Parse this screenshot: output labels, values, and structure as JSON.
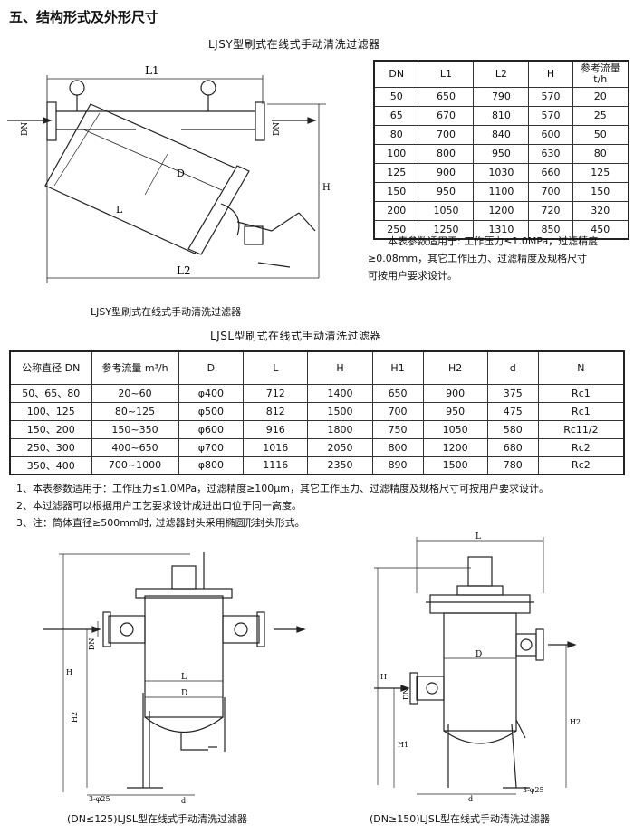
{
  "section_title": "五、结构形式及外形尺寸",
  "ljsy": {
    "title": "LJSY型刷式在线式手动清洗过滤器",
    "caption": "LJSY型刷式在线式手动清洗过滤器",
    "headers": [
      "DN",
      "L1",
      "L2",
      "H",
      "参考流量 t/h"
    ],
    "rows": [
      [
        "50",
        "650",
        "790",
        "570",
        "20"
      ],
      [
        "65",
        "670",
        "810",
        "570",
        "25"
      ],
      [
        "80",
        "700",
        "840",
        "600",
        "50"
      ],
      [
        "100",
        "800",
        "950",
        "630",
        "80"
      ],
      [
        "125",
        "900",
        "1030",
        "660",
        "125"
      ],
      [
        "150",
        "950",
        "1100",
        "700",
        "150"
      ],
      [
        "200",
        "1050",
        "1200",
        "720",
        "320"
      ],
      [
        "250",
        "1250",
        "1310",
        "850",
        "450"
      ]
    ],
    "note_lines": [
      "本表参数适用于: 工作压力≤1.0MPa，过滤精度",
      "≥0.08mm，其它工作压力、过滤精度及规格尺寸",
      "可按用户要求设计。"
    ],
    "drawing_labels": {
      "l1": "L1",
      "l2": "L2",
      "l": "L",
      "d": "D",
      "h": "H",
      "dn": "DN"
    }
  },
  "ljsl": {
    "title": "LJSL型刷式在线式手动清洗过滤器",
    "headers": [
      "公称直径 DN",
      "参考流量 m³/h",
      "D",
      "L",
      "H",
      "H1",
      "H2",
      "d",
      "N"
    ],
    "rows": [
      [
        "50、65、80",
        "20~60",
        "φ400",
        "712",
        "1400",
        "650",
        "900",
        "375",
        "Rc1"
      ],
      [
        "100、125",
        "80~125",
        "φ500",
        "812",
        "1500",
        "700",
        "950",
        "475",
        "Rc1"
      ],
      [
        "150、200",
        "150~350",
        "φ600",
        "916",
        "1800",
        "750",
        "1050",
        "580",
        "Rc11/2"
      ],
      [
        "250、300",
        "400~650",
        "φ700",
        "1016",
        "2050",
        "800",
        "1200",
        "680",
        "Rc2"
      ],
      [
        "350、400",
        "700~1000",
        "φ800",
        "1116",
        "2350",
        "890",
        "1500",
        "780",
        "Rc2"
      ]
    ],
    "notes": [
      "1、本表参数适用于：工作压力≤1.0MPa，过滤精度≥100μm，其它工作压力、过滤精度及规格尺寸可按用户要求设计。",
      "2、本过滤器可以根据用户工艺要求设计成进出口位于同一高度。",
      "3、注：筒体直径≥500mm时, 过滤器封头采用椭圆形封头形式。"
    ],
    "caption_left": "(DN≤125)LJSL型在线式手动清洗过滤器",
    "caption_right": "(DN≥150)LJSL型在线式手动清洗过滤器",
    "left_labels": {
      "h": "H",
      "h2": "H2",
      "dn": "DN",
      "l": "L",
      "d": "D",
      "holes": "3-φ25",
      "dd": "d"
    },
    "right_labels": {
      "l": "L",
      "h": "H",
      "h1": "H1",
      "h2": "H2",
      "dn": "DN",
      "d": "D",
      "holes": "3-φ25",
      "dd": "d"
    }
  }
}
